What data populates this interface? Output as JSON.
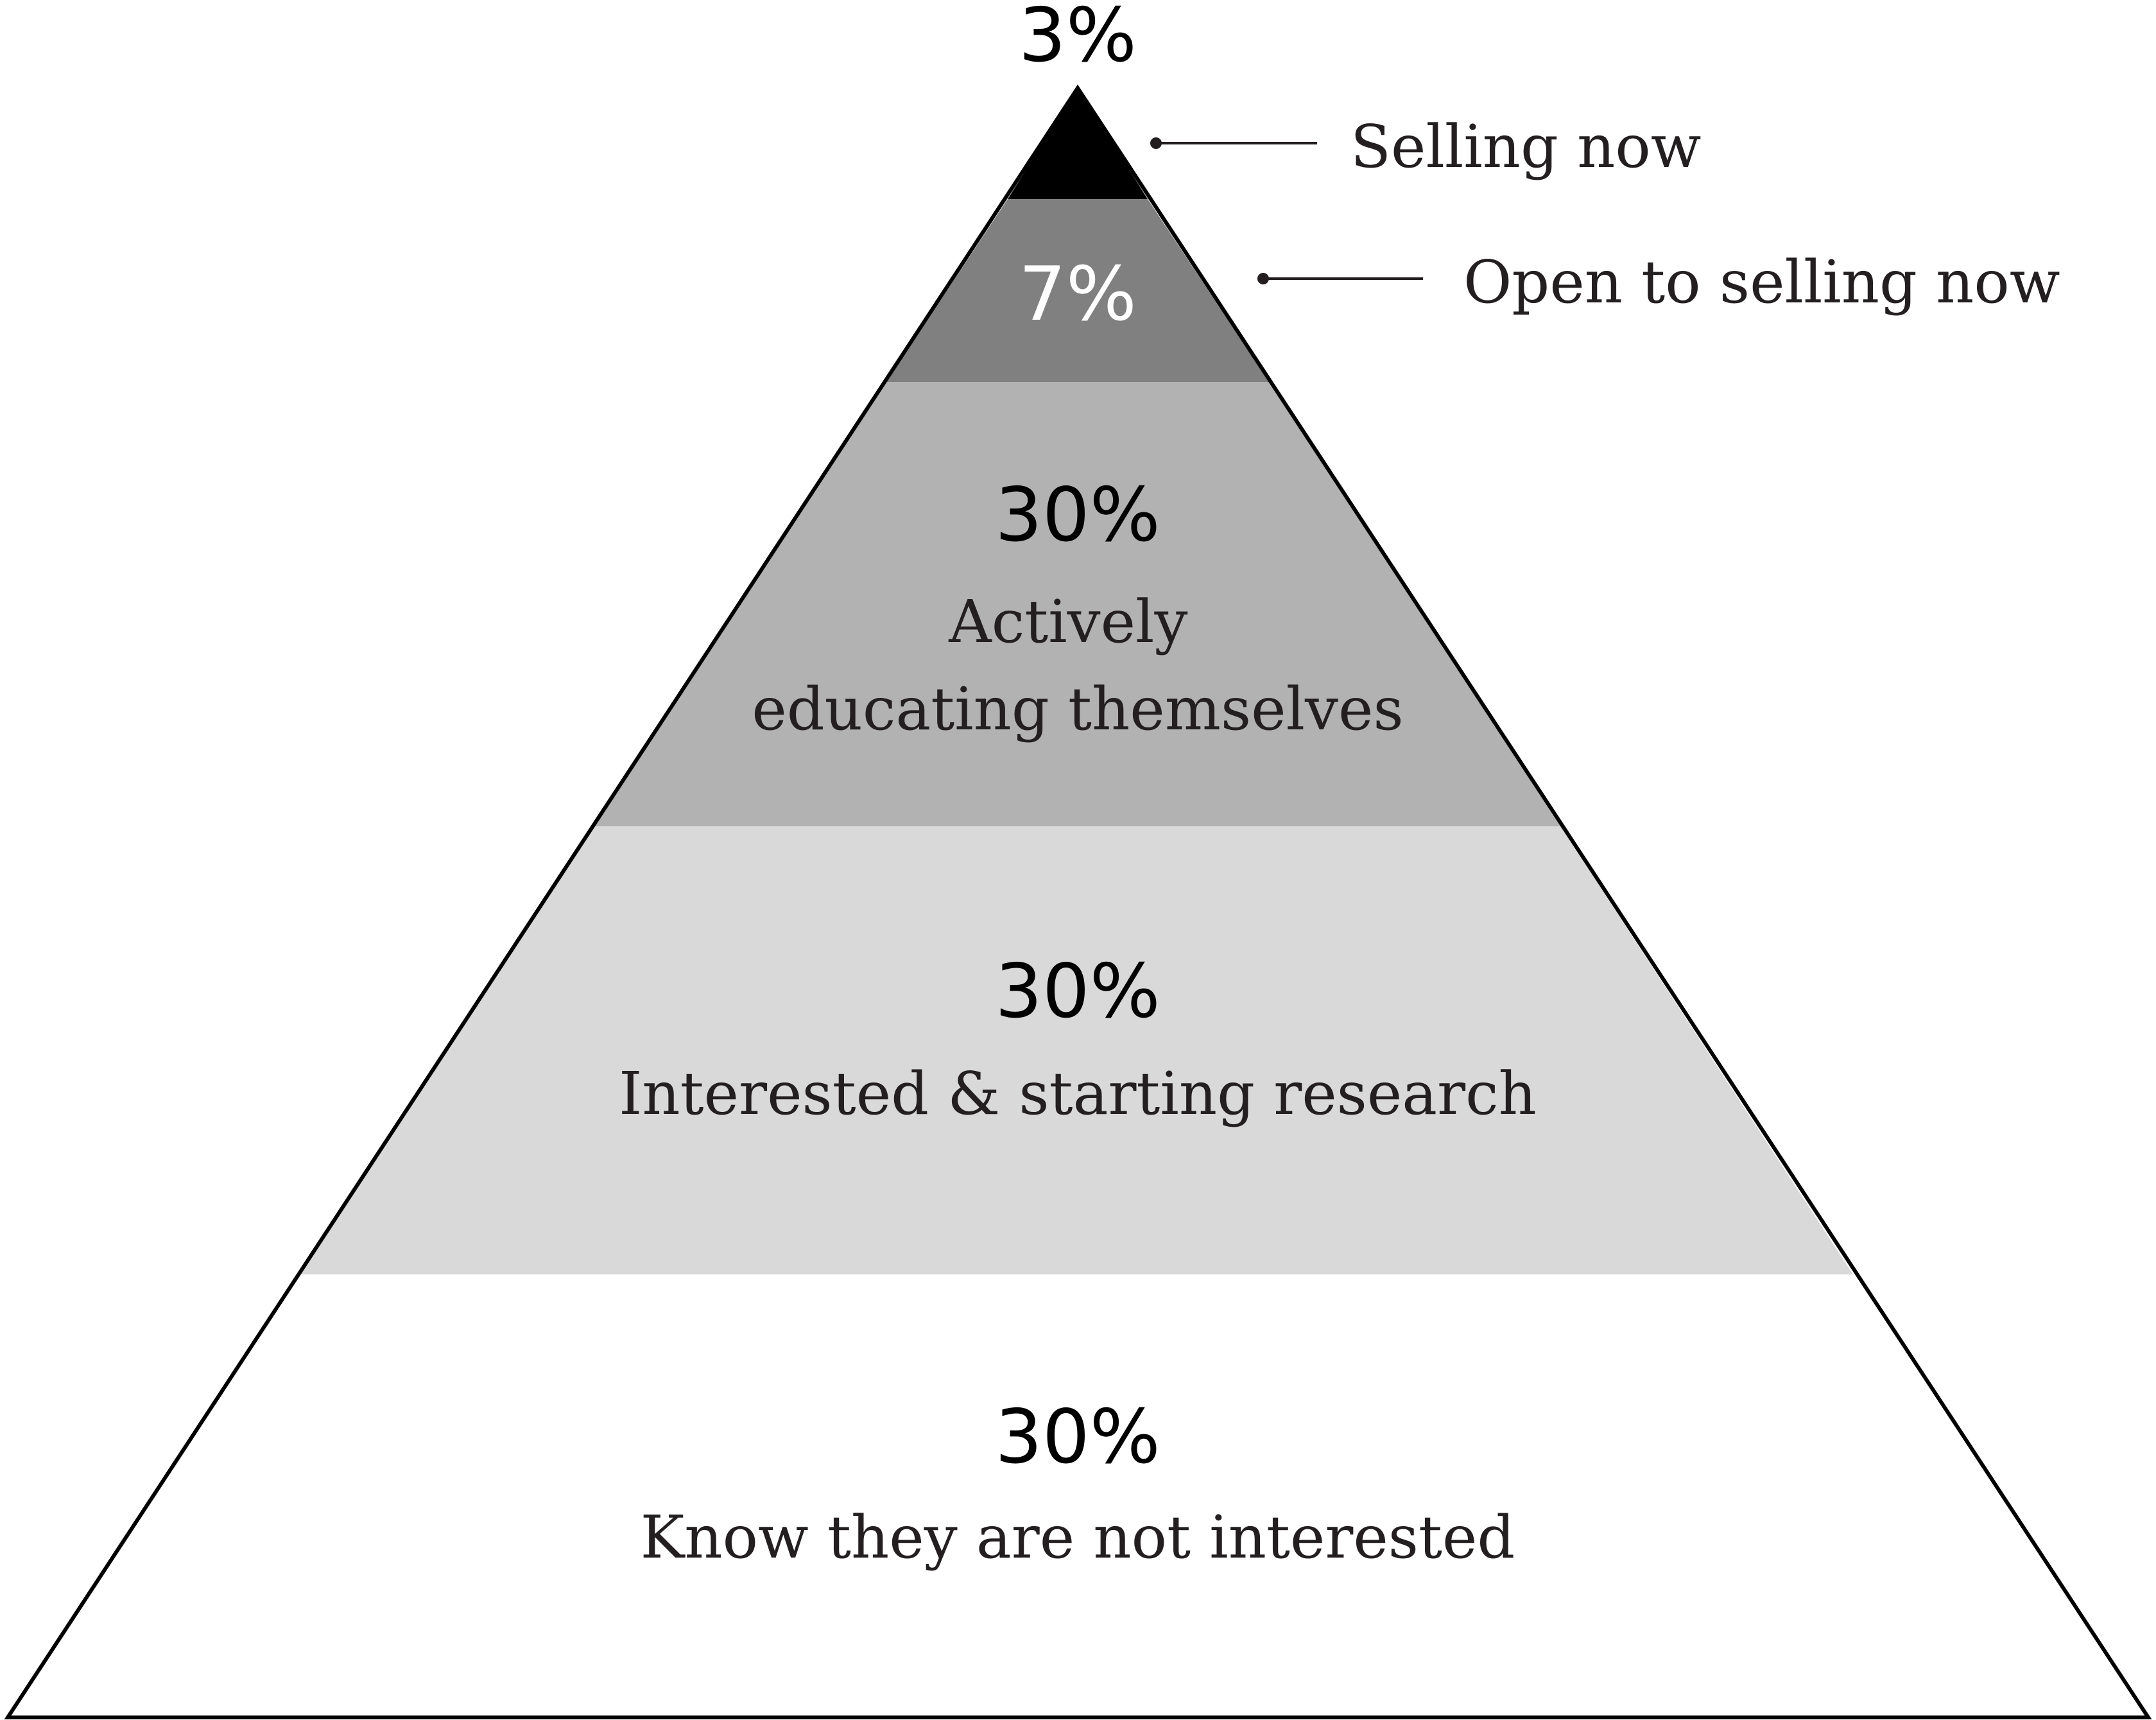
{
  "pyramid": {
    "tiers": [
      {
        "percent": "3%",
        "label": "",
        "fill": "#000000",
        "percent_color": "#000000"
      },
      {
        "percent": "7%",
        "label": "",
        "fill": "#808080",
        "percent_color": "#ffffff"
      },
      {
        "percent": "30%",
        "label": "Actively\neducating themselves",
        "fill": "#b2b2b2",
        "percent_color": "#000000"
      },
      {
        "percent": "30%",
        "label": "Interested & starting research",
        "fill": "#d9d9d9",
        "percent_color": "#000000"
      },
      {
        "percent": "30%",
        "label": "Know they are not interested",
        "fill": "#ffffff",
        "percent_color": "#000000"
      }
    ],
    "callouts": [
      {
        "tier": 0,
        "label": "Selling now"
      },
      {
        "tier": 1,
        "label": "Open to selling now"
      }
    ],
    "outline_color": "#000000"
  }
}
